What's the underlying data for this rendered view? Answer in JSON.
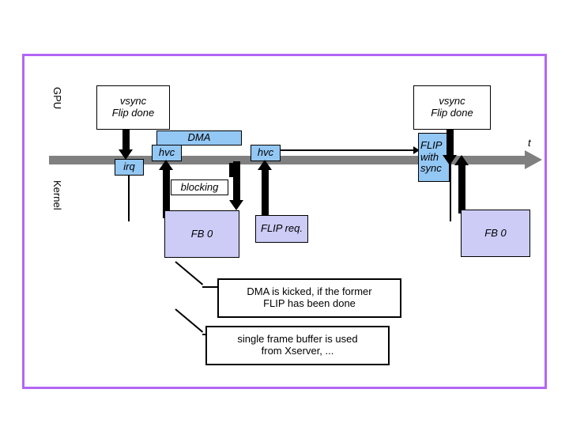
{
  "diagram": {
    "title_present": false,
    "colors": {
      "frame_border": "#b366f5",
      "event_box_fill": "#93c7f4",
      "buffer_box_fill": "#ccccf7",
      "timeline": "#808080",
      "note_box_fill": "#ffffff",
      "stroke": "#000000"
    },
    "lanes": [
      {
        "id": "gpu",
        "label": "GPU"
      },
      {
        "id": "kernel",
        "label": "Kernel"
      }
    ],
    "axis": {
      "label": "t",
      "direction": "left-to-right"
    },
    "gpu_events": [
      {
        "id": "vsync-left",
        "lines": [
          "vsync",
          "Flip done"
        ]
      },
      {
        "id": "vsync-right",
        "lines": [
          "vsync",
          "Flip done"
        ]
      }
    ],
    "timeline_boxes": [
      {
        "id": "irq",
        "label": "irq",
        "fill": "event"
      },
      {
        "id": "hvc-1",
        "label": "hvc",
        "fill": "event"
      },
      {
        "id": "dma",
        "label": "DMA",
        "fill": "event"
      },
      {
        "id": "hvc-2",
        "label": "hvc",
        "fill": "event"
      },
      {
        "id": "flip-with-sync",
        "label": "FLIP with sync",
        "lines": [
          "FLIP",
          "with",
          "sync"
        ],
        "fill": "event"
      }
    ],
    "kernel_boxes": [
      {
        "id": "blocking",
        "label": "blocking",
        "fill": "note"
      },
      {
        "id": "fb0-left",
        "label": "FB 0",
        "fill": "buffer"
      },
      {
        "id": "flip-req",
        "label": "FLIP req.",
        "fill": "buffer"
      },
      {
        "id": "fb0-right",
        "label": "FB 0",
        "fill": "buffer"
      }
    ],
    "notes": [
      {
        "id": "note-dma",
        "lines": [
          "DMA is kicked, if the former",
          "FLIP has been done"
        ]
      },
      {
        "id": "note-fb",
        "lines": [
          "single frame buffer is used",
          "from Xserver, ..."
        ]
      }
    ]
  }
}
